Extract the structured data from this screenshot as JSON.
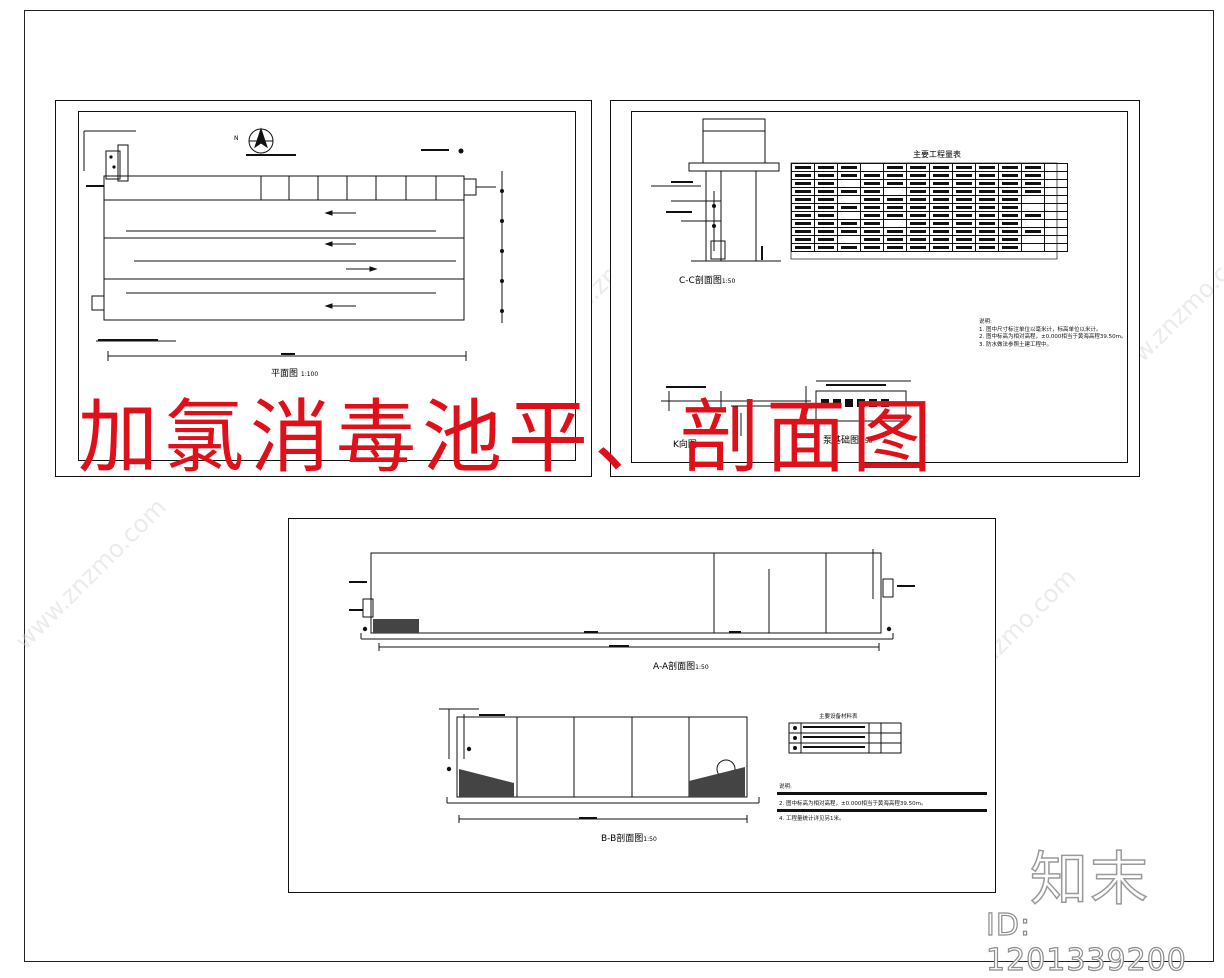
{
  "main_title": "加氯消毒池平、剖面图",
  "brand": {
    "logo": "知末",
    "image_id": "ID: 1201339200",
    "watermark": "www.znzmo.com"
  },
  "sheet1": {
    "plan_title": "平面图",
    "plan_scale": "1:100",
    "north": "N"
  },
  "sheet2": {
    "cc_title": "C-C剖面图",
    "cc_scale": "1:50",
    "table_title": "主要工程量表",
    "notes_title": "说明:",
    "notes": [
      "1. 图中尺寸标注单位以毫米计，标高单位以米计。",
      "2. 图中标高为相对高程，±0.000相当于黄海高程39.50m。",
      "3. 防水做法参照土建工程中。"
    ],
    "k_title": "K向图",
    "k_scale": "1:50",
    "pump_title": "泵基础图",
    "pump_scale": "1:50"
  },
  "sheet3": {
    "aa_title": "A-A剖面图",
    "aa_scale": "1:50",
    "bb_title": "B-B剖面图",
    "bb_scale": "1:50",
    "table_title": "主要设备材料表",
    "notes_title": "说明:",
    "notes": [
      "2. 图中标高为相对高程，±0.000相当于黄海高程39.50m。",
      "4. 工程量统计详见另1米。"
    ]
  },
  "colors": {
    "title_red": "#e0101b",
    "line": "#111111",
    "brand_grey": "#9a9a9a"
  }
}
